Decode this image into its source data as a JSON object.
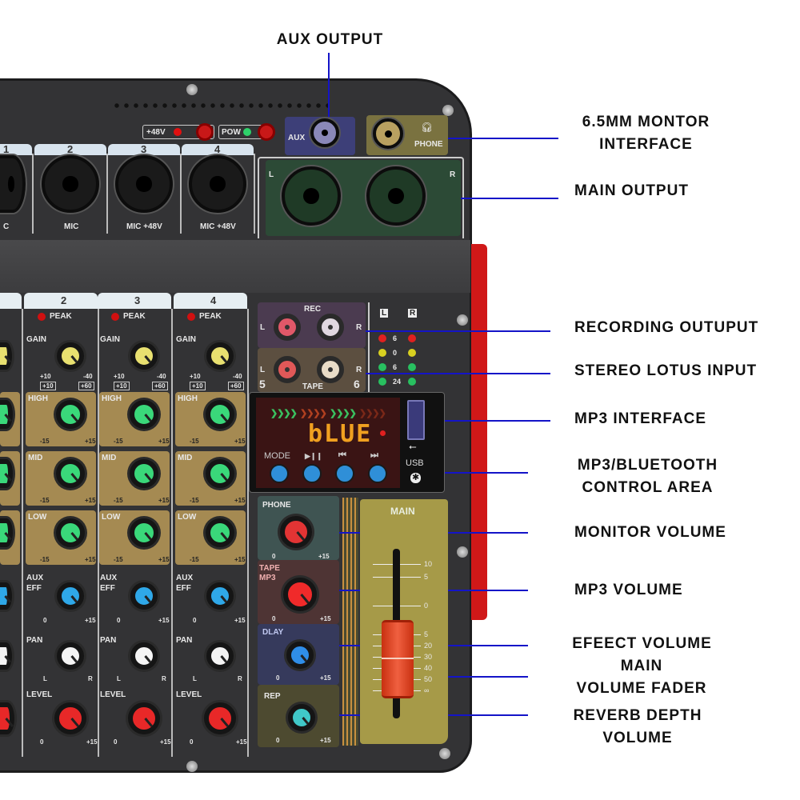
{
  "callouts": {
    "aux_output": "AUX OUTPUT",
    "monitor_interface_1": "6.5MM MONTOR",
    "monitor_interface_2": "INTERFACE",
    "main_output": "MAIN OUTPUT",
    "recording_output": "RECORDING OUTUPUT",
    "stereo_lotus_input": "STEREO LOTUS INPUT",
    "mp3_interface": "MP3 INTERFACE",
    "mp3_bt_1": "MP3/BLUETOOTH",
    "mp3_bt_2": "CONTROL AREA",
    "monitor_volume": "MONITOR VOLUME",
    "mp3_volume": "MP3 VOLUME",
    "effect_volume": "EFEECT VOLUME",
    "main_fader_1": "MAIN",
    "main_fader_2": "VOLUME FADER",
    "reverb_1": "REVERB DEPTH",
    "reverb_2": "VOLUME"
  },
  "top": {
    "phantom": "+48V",
    "power": "POW",
    "aux": "AUX",
    "phone": "PHONE",
    "left": "L",
    "right": "R"
  },
  "inputs": [
    {
      "num": "1",
      "label": "C"
    },
    {
      "num": "2",
      "label": "MIC"
    },
    {
      "num": "3",
      "label": "MIC +48V"
    },
    {
      "num": "4",
      "label": "MIC +48V"
    }
  ],
  "strip": {
    "peak": "PEAK",
    "gain": "GAIN",
    "high": "HIGH",
    "mid": "MID",
    "low": "LOW",
    "aux": "AUX",
    "eff": "EFF",
    "pan": "PAN",
    "level": "LEVEL",
    "gain_min": "+10",
    "gain_max": "-40",
    "gain_pad1": "+10",
    "gain_pad2": "+60",
    "eq_min": "-15",
    "eq_max": "+15",
    "zero": "0",
    "plus15": "+15",
    "pan_l": "L",
    "pan_r": "R"
  },
  "channels": [
    "2",
    "3",
    "4"
  ],
  "rec_tape": {
    "rec": "REC",
    "tape": "TAPE",
    "l": "L",
    "r": "R",
    "ch5": "5",
    "ch6": "6"
  },
  "meter": {
    "l": "L",
    "r": "R",
    "levels": [
      "6",
      "0",
      "6",
      "24"
    ]
  },
  "mp3": {
    "display": "bLUE",
    "mode": "MODE",
    "play": "▶❙❙",
    "prev": "⏮",
    "next": "⏭",
    "usb": "USB",
    "bt": "✱"
  },
  "master": {
    "phone": "PHONE",
    "tape": "TAPE",
    "mp3": "MP3",
    "dlay": "DLAY",
    "rep": "REP",
    "zero": "0",
    "max": "+15",
    "main": "MAIN",
    "fader_scale": [
      "10",
      "5",
      "0",
      "5",
      "20",
      "30",
      "40",
      "50",
      "∞"
    ]
  },
  "colors": {
    "callout_line": "#1414c8"
  }
}
